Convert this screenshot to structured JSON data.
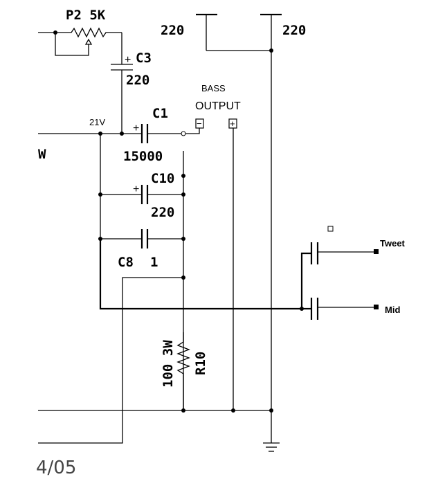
{
  "labels": {
    "p2": "P2 5K",
    "c3": "C3",
    "c3_value": "220",
    "supply_left": "220",
    "supply_right": "220",
    "bass": "BASS",
    "output": "OUTPUT",
    "neg": "−",
    "pos": "+",
    "voltage": "21V",
    "c1": "C1",
    "c1_value": "15000",
    "w_fragment": "W",
    "c10": "C10",
    "c10_value": "220",
    "c8": "C8",
    "c8_value": "1",
    "r10": "R10",
    "r10_value": "100 3W",
    "tweet": "Tweet",
    "mid": "Mid",
    "date": "4/05",
    "plus": "+"
  },
  "icons": {
    "ground": "ground-icon",
    "resistor": "resistor-icon",
    "capacitor": "capacitor-icon",
    "potentiometer": "potentiometer-icon",
    "terminal": "terminal-icon"
  }
}
